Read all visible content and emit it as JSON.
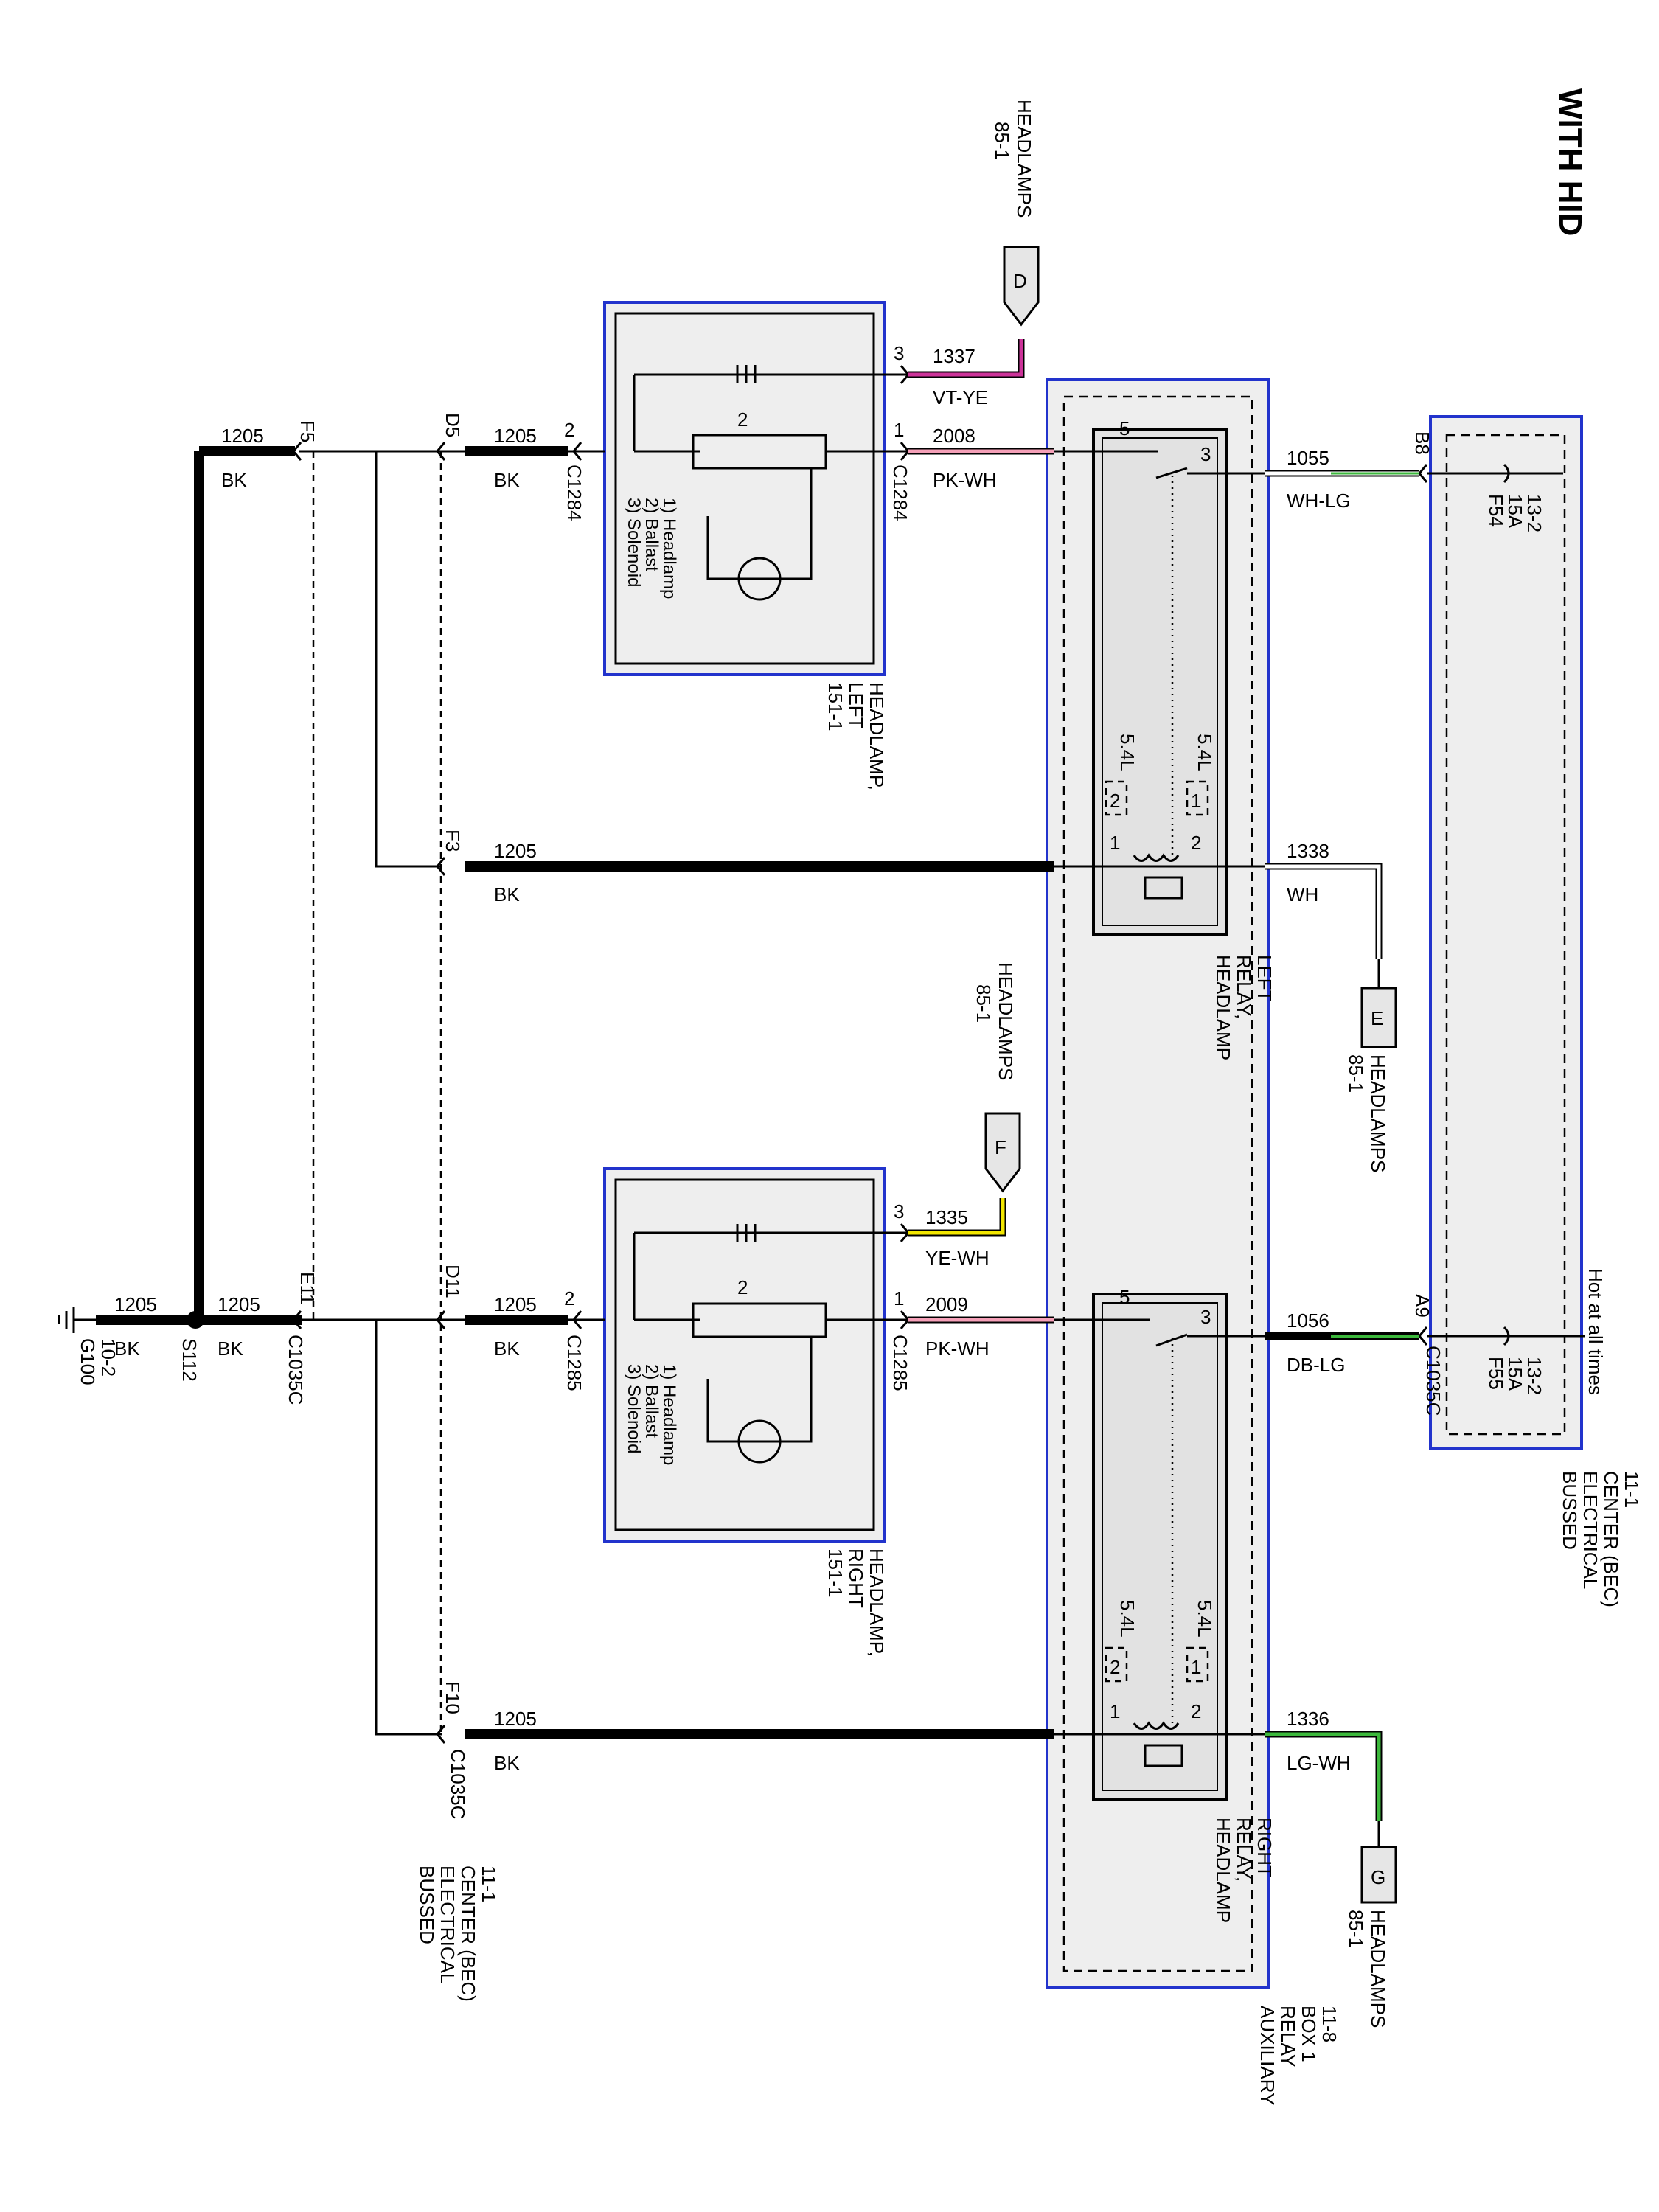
{
  "title": "WITH HID",
  "note_hot": "Hot at all times",
  "ground": {
    "name": "G100",
    "ref": "10-2",
    "splice": "S112"
  },
  "modules": {
    "bec_top": [
      "BUSSED",
      "ELECTRICAL",
      "CENTER (BEC)",
      "11-1"
    ],
    "bec_bottom": [
      "BUSSED",
      "ELECTRICAL",
      "CENTER (BEC)",
      "11-1"
    ],
    "aux_relay_box": [
      "AUXILIARY",
      "RELAY",
      "BOX 1",
      "11-8"
    ],
    "headlamp_left": [
      "HEADLAMP,",
      "LEFT",
      "151-1"
    ],
    "headlamp_right": [
      "HEADLAMP,",
      "RIGHT",
      "151-1"
    ],
    "relay_left": [
      "HEADLAMP",
      "RELAY,",
      "LEFT"
    ],
    "relay_right": [
      "HEADLAMP",
      "RELAY,",
      "RIGHT"
    ],
    "lamp_legend": [
      "1) Headlamp",
      "2) Ballast",
      "3) Solenoid"
    ]
  },
  "fuses": [
    {
      "id": "F54",
      "rating": "15A",
      "ref": "13-2",
      "pin": "B8"
    },
    {
      "id": "F55",
      "rating": "15A",
      "ref": "13-2",
      "pin": "A9"
    }
  ],
  "connectors": {
    "c1035c": "C1035C",
    "c1284": "C1284",
    "c1285": "C1285",
    "pins": {
      "f5": "F5",
      "d5": "D5",
      "f3": "F3",
      "d11": "D11",
      "e11": "E11",
      "f10": "F10",
      "b8": "B8",
      "a9": "A9"
    }
  },
  "wires": {
    "w1205": {
      "circuit": "1205",
      "color": "BK"
    },
    "w1337": {
      "circuit": "1337",
      "color": "VT-YE"
    },
    "w2008": {
      "circuit": "2008",
      "color": "PK-WH"
    },
    "w1055": {
      "circuit": "1055",
      "color": "WH-LG"
    },
    "w1338": {
      "circuit": "1338",
      "color": "WH"
    },
    "w1335": {
      "circuit": "1335",
      "color": "YE-WH"
    },
    "w2009": {
      "circuit": "2009",
      "color": "PK-WH"
    },
    "w1056": {
      "circuit": "1056",
      "color": "DB-LG"
    },
    "w1336": {
      "circuit": "1336",
      "color": "LG-WH"
    }
  },
  "offpage": {
    "D": {
      "letter": "D",
      "to": [
        "HEADLAMPS",
        "85-1"
      ]
    },
    "E": {
      "letter": "E",
      "to": [
        "HEADLAMPS",
        "85-1"
      ]
    },
    "F": {
      "letter": "F",
      "to": [
        "HEADLAMPS",
        "85-1"
      ]
    },
    "G": {
      "letter": "G",
      "to": [
        "HEADLAMPS",
        "85-1"
      ]
    }
  },
  "relay_option": {
    "engine": "5.4L",
    "pin_a": "1",
    "pin_b": "2"
  },
  "pin_numbers": {
    "one": "1",
    "two": "2",
    "three": "3",
    "five": "5"
  },
  "wire_colors": {
    "violet": "#cc3399",
    "yellow": "#f2e600",
    "pink": "#f5a0b8",
    "green": "#3cb83c",
    "blue_panel": "#2233cc"
  }
}
